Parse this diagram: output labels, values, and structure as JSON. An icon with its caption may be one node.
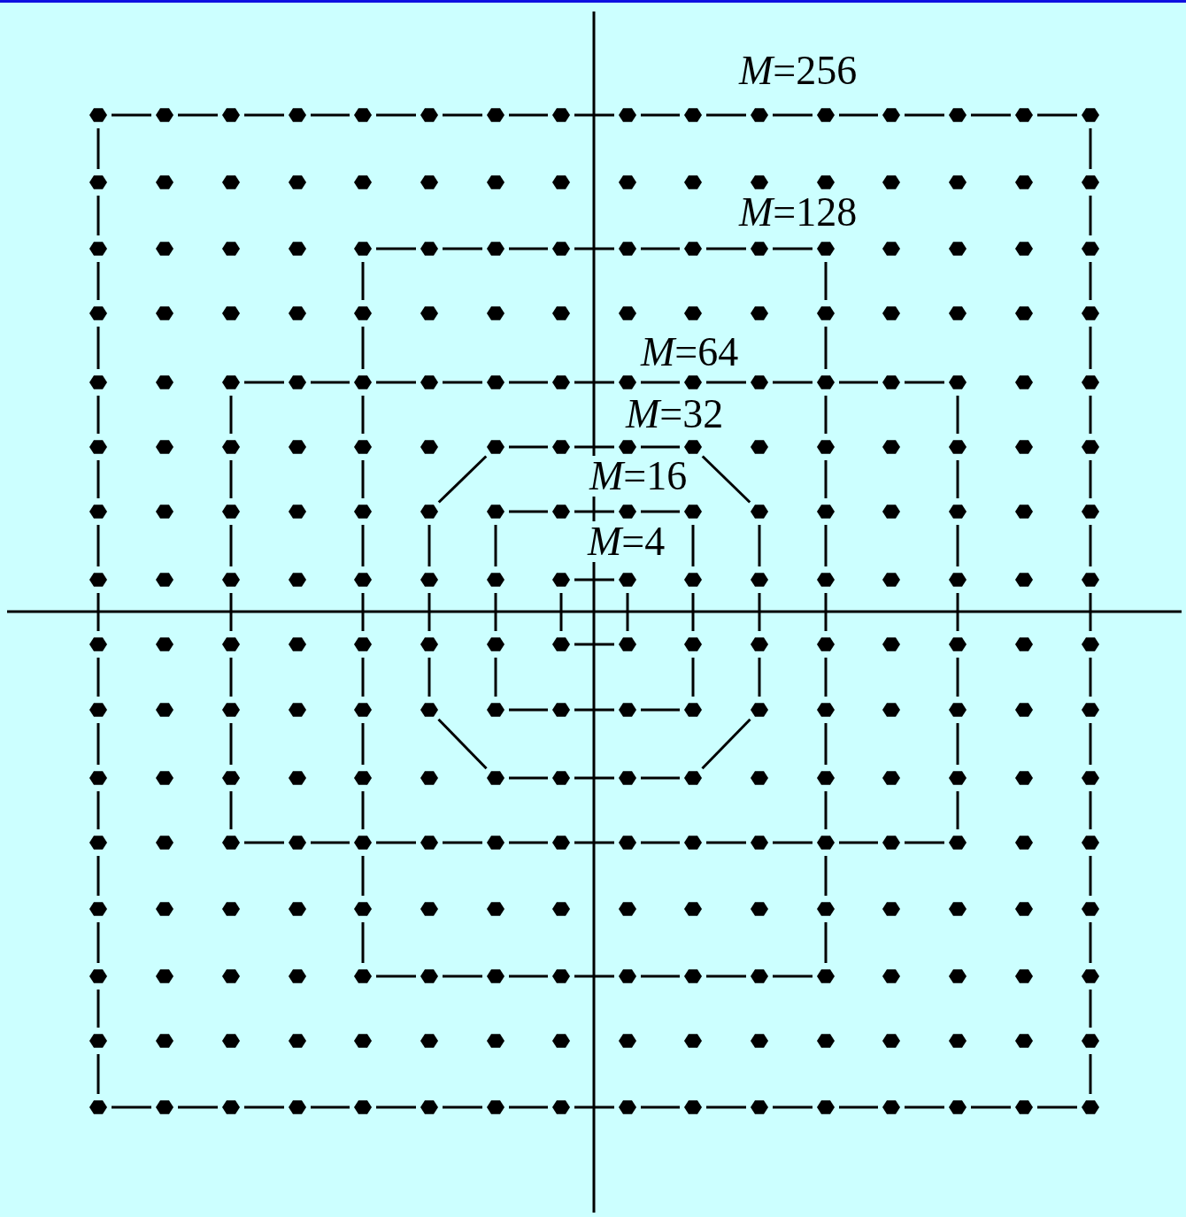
{
  "diagram": {
    "labels": [
      "*M*=256",
      "*M*=128",
      "*M*=64",
      "*M*=32",
      "*M*=16",
      "*M*=4"
    ]
  }
}
